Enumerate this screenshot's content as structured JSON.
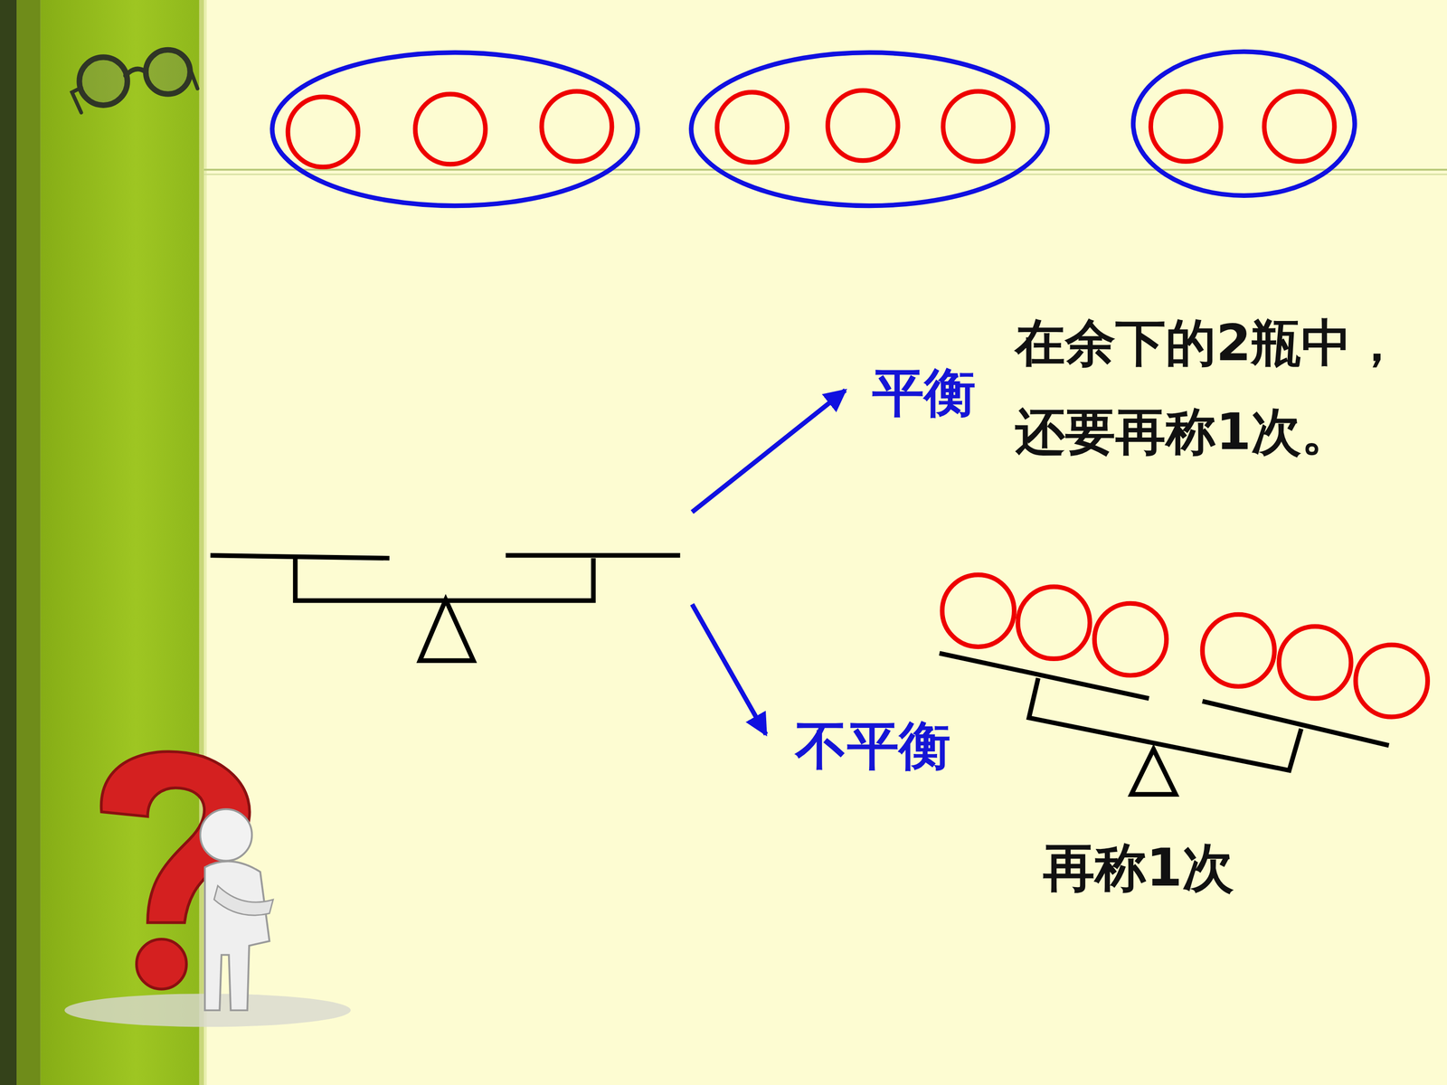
{
  "diagram": {
    "labels": [
      "平衡",
      "在余下的2瓶中， 还要再称1次。",
      "不平衡",
      "再称1次"
    ]
  }
}
